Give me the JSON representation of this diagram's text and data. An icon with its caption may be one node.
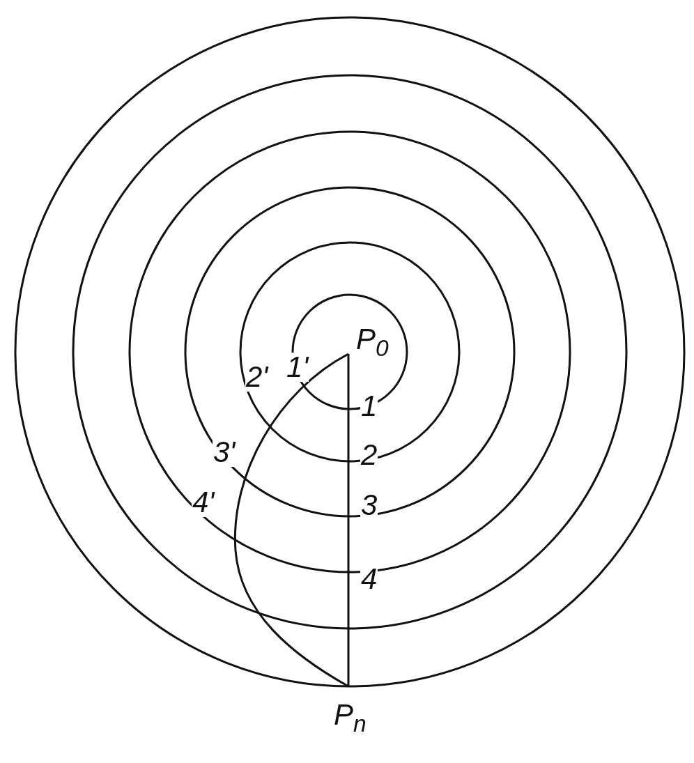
{
  "diagram": {
    "labels": [
      "P$_{0}$",
      "1'",
      "2'",
      "1",
      "3'",
      "2",
      "4'",
      "3",
      "4",
      "P$_{n}$"
    ]
  }
}
